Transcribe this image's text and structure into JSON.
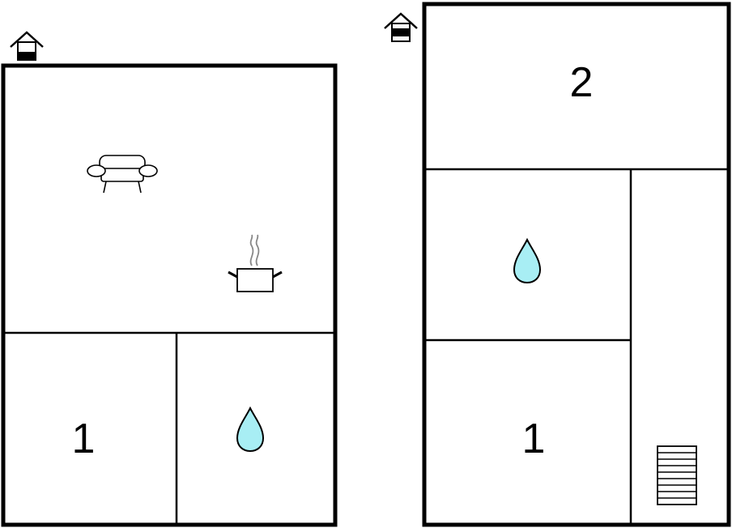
{
  "floors": [
    {
      "rooms": [
        {
          "type": "living-kitchen",
          "label": ""
        },
        {
          "type": "bedroom",
          "label": "1"
        },
        {
          "type": "bathroom",
          "label": ""
        }
      ]
    },
    {
      "rooms": [
        {
          "type": "bedroom",
          "label": "2"
        },
        {
          "type": "bathroom",
          "label": ""
        },
        {
          "type": "bedroom",
          "label": "1"
        },
        {
          "type": "hall-stairs",
          "label": ""
        }
      ]
    }
  ],
  "icons": {
    "entrance": "house-entrance-icon",
    "living": "sofa-icon",
    "kitchen": "cooking-pot-icon",
    "bathroom": "water-drop-icon",
    "stairs": "stairs-icon"
  },
  "colors": {
    "wall": "#000000",
    "water": "#a8eef4",
    "background": "#ffffff"
  }
}
